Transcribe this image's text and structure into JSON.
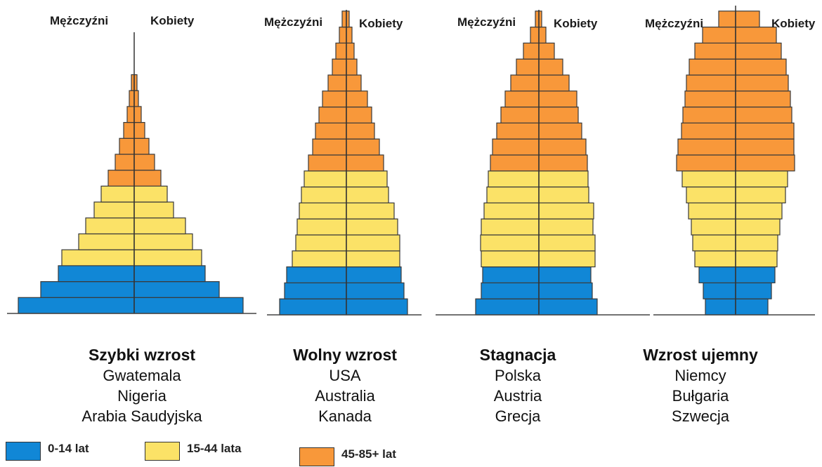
{
  "colors": {
    "age_0_14": "#1187d6",
    "age_15_44": "#fbe267",
    "age_45_85": "#f8983a",
    "edge": "#3a3a3a"
  },
  "legend": [
    {
      "label": "0-14 lat",
      "color": "#1187d6"
    },
    {
      "label": "15-44 lata",
      "color": "#fbe267"
    },
    {
      "label": "45-85+ lat",
      "color": "#f8983a"
    }
  ],
  "pyramids": [
    {
      "male_label": "Mężczyźni",
      "female_label": "Kobiety",
      "title": "Szybki wzrost",
      "countries": [
        "Gwatemala",
        "Nigeria",
        "Arabia Saudyjska"
      ],
      "bars_bottom_to_top": [
        {
          "group": "0-14",
          "male": 165,
          "female": 155
        },
        {
          "group": "0-14",
          "male": 133,
          "female": 121
        },
        {
          "group": "0-14",
          "male": 108,
          "female": 101
        },
        {
          "group": "15-44",
          "male": 103,
          "female": 96
        },
        {
          "group": "15-44",
          "male": 79,
          "female": 83
        },
        {
          "group": "15-44",
          "male": 69,
          "female": 73
        },
        {
          "group": "15-44",
          "male": 57,
          "female": 56
        },
        {
          "group": "15-44",
          "male": 47,
          "female": 47
        },
        {
          "group": "45-85",
          "male": 37,
          "female": 38
        },
        {
          "group": "45-85",
          "male": 27,
          "female": 29
        },
        {
          "group": "45-85",
          "male": 21,
          "female": 21
        },
        {
          "group": "45-85",
          "male": 15,
          "female": 15
        },
        {
          "group": "45-85",
          "male": 10,
          "female": 10
        },
        {
          "group": "45-85",
          "male": 7,
          "female": 6
        },
        {
          "group": "45-85",
          "male": 4,
          "female": 4
        }
      ]
    },
    {
      "male_label": "Mężczyźni",
      "female_label": "Kobiety",
      "title": "Wolny wzrost",
      "countries": [
        "USA",
        "Australia",
        "Kanada"
      ],
      "bars_bottom_to_top": [
        {
          "group": "0-14",
          "male": 95,
          "female": 87
        },
        {
          "group": "0-14",
          "male": 88,
          "female": 82
        },
        {
          "group": "0-14",
          "male": 85,
          "female": 78
        },
        {
          "group": "15-44",
          "male": 77,
          "female": 76
        },
        {
          "group": "15-44",
          "male": 72,
          "female": 76
        },
        {
          "group": "15-44",
          "male": 70,
          "female": 73
        },
        {
          "group": "15-44",
          "male": 67,
          "female": 68
        },
        {
          "group": "15-44",
          "male": 64,
          "female": 60
        },
        {
          "group": "15-44",
          "male": 60,
          "female": 58
        },
        {
          "group": "45-85",
          "male": 54,
          "female": 53
        },
        {
          "group": "45-85",
          "male": 48,
          "female": 47
        },
        {
          "group": "45-85",
          "male": 44,
          "female": 40
        },
        {
          "group": "45-85",
          "male": 39,
          "female": 36
        },
        {
          "group": "45-85",
          "male": 34,
          "female": 30
        },
        {
          "group": "45-85",
          "male": 26,
          "female": 21
        },
        {
          "group": "45-85",
          "male": 20,
          "female": 15
        },
        {
          "group": "45-85",
          "male": 15,
          "female": 11
        },
        {
          "group": "45-85",
          "male": 10,
          "female": 8
        },
        {
          "group": "45-85",
          "male": 6,
          "female": 4
        }
      ]
    },
    {
      "male_label": "Mężczyźni",
      "female_label": "Kobiety",
      "title": "Stagnacja",
      "countries": [
        "Polska",
        "Austria",
        "Grecja"
      ],
      "bars_bottom_to_top": [
        {
          "group": "0-14",
          "male": 90,
          "female": 83
        },
        {
          "group": "0-14",
          "male": 82,
          "female": 76
        },
        {
          "group": "0-14",
          "male": 80,
          "female": 74
        },
        {
          "group": "15-44",
          "male": 82,
          "female": 80
        },
        {
          "group": "15-44",
          "male": 83,
          "female": 80
        },
        {
          "group": "15-44",
          "male": 82,
          "female": 77
        },
        {
          "group": "15-44",
          "male": 78,
          "female": 78
        },
        {
          "group": "15-44",
          "male": 74,
          "female": 71
        },
        {
          "group": "15-44",
          "male": 72,
          "female": 70
        },
        {
          "group": "45-85",
          "male": 69,
          "female": 69
        },
        {
          "group": "45-85",
          "male": 66,
          "female": 67
        },
        {
          "group": "45-85",
          "male": 60,
          "female": 61
        },
        {
          "group": "45-85",
          "male": 54,
          "female": 56
        },
        {
          "group": "45-85",
          "male": 48,
          "female": 54
        },
        {
          "group": "45-85",
          "male": 40,
          "female": 43
        },
        {
          "group": "45-85",
          "male": 32,
          "female": 34
        },
        {
          "group": "45-85",
          "male": 22,
          "female": 22
        },
        {
          "group": "45-85",
          "male": 12,
          "female": 10
        },
        {
          "group": "45-85",
          "male": 5,
          "female": 4
        }
      ]
    },
    {
      "male_label": "Mężczyźni",
      "female_label": "Kobiety",
      "title": "Wzrost ujemny",
      "countries": [
        "Niemcy",
        "Bułgaria",
        "Szwecja"
      ],
      "bars_bottom_to_top": [
        {
          "group": "0-14",
          "male": 43,
          "female": 46
        },
        {
          "group": "0-14",
          "male": 46,
          "female": 51
        },
        {
          "group": "0-14",
          "male": 52,
          "female": 56
        },
        {
          "group": "15-44",
          "male": 58,
          "female": 59
        },
        {
          "group": "15-44",
          "male": 61,
          "female": 60
        },
        {
          "group": "15-44",
          "male": 63,
          "female": 63
        },
        {
          "group": "15-44",
          "male": 67,
          "female": 66
        },
        {
          "group": "15-44",
          "male": 70,
          "female": 71
        },
        {
          "group": "15-44",
          "male": 76,
          "female": 74
        },
        {
          "group": "45-85",
          "male": 84,
          "female": 84
        },
        {
          "group": "45-85",
          "male": 82,
          "female": 83
        },
        {
          "group": "45-85",
          "male": 77,
          "female": 83
        },
        {
          "group": "45-85",
          "male": 75,
          "female": 80
        },
        {
          "group": "45-85",
          "male": 72,
          "female": 78
        },
        {
          "group": "45-85",
          "male": 70,
          "female": 75
        },
        {
          "group": "45-85",
          "male": 66,
          "female": 72
        },
        {
          "group": "45-85",
          "male": 58,
          "female": 65
        },
        {
          "group": "45-85",
          "male": 47,
          "female": 58
        },
        {
          "group": "45-85",
          "male": 24,
          "female": 34
        }
      ]
    }
  ]
}
